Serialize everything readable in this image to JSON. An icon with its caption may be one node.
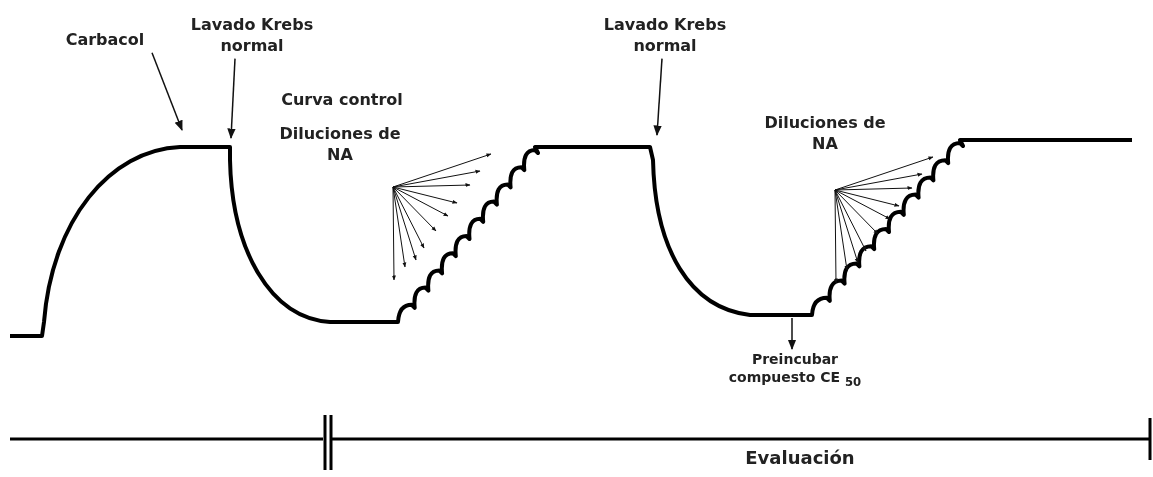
{
  "diagram": {
    "nodes": [
      {
        "text": [
          "Carbacol"
        ]
      },
      {
        "text": [
          "Lavado Krebs normal"
        ]
      },
      {
        "text": [
          "Lavado Krebs normal"
        ]
      },
      {
        "text": [
          "Preincubar compuesto CE $_{50}$"
        ]
      }
    ],
    "edges": [
      {
        "from": 0,
        "to": null,
        "arrow": "to"
      },
      {
        "from": 1,
        "to": null,
        "arrow": "to"
      },
      {
        "from": 2,
        "to": null,
        "arrow": "to"
      },
      {
        "from": null,
        "to": 3,
        "arrow": "to"
      }
    ],
    "labels": [
      "Curva control",
      "Diluciones de NA",
      "Diluciones de NA",
      "Evaluación"
    ]
  }
}
